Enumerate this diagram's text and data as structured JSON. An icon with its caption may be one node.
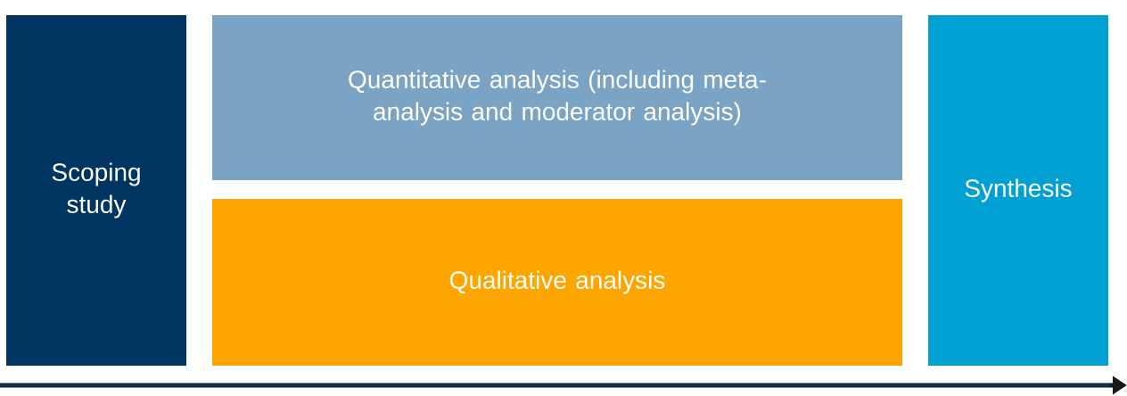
{
  "diagram": {
    "nodes": [
      {
        "text": [
          "Scoping study"
        ]
      },
      {
        "text": [
          "Quantitative analysis (including meta-analysis and moderator analysis)"
        ]
      },
      {
        "text": [
          "Qualitative analysis"
        ]
      },
      {
        "text": [
          "Synthesis"
        ]
      }
    ]
  }
}
